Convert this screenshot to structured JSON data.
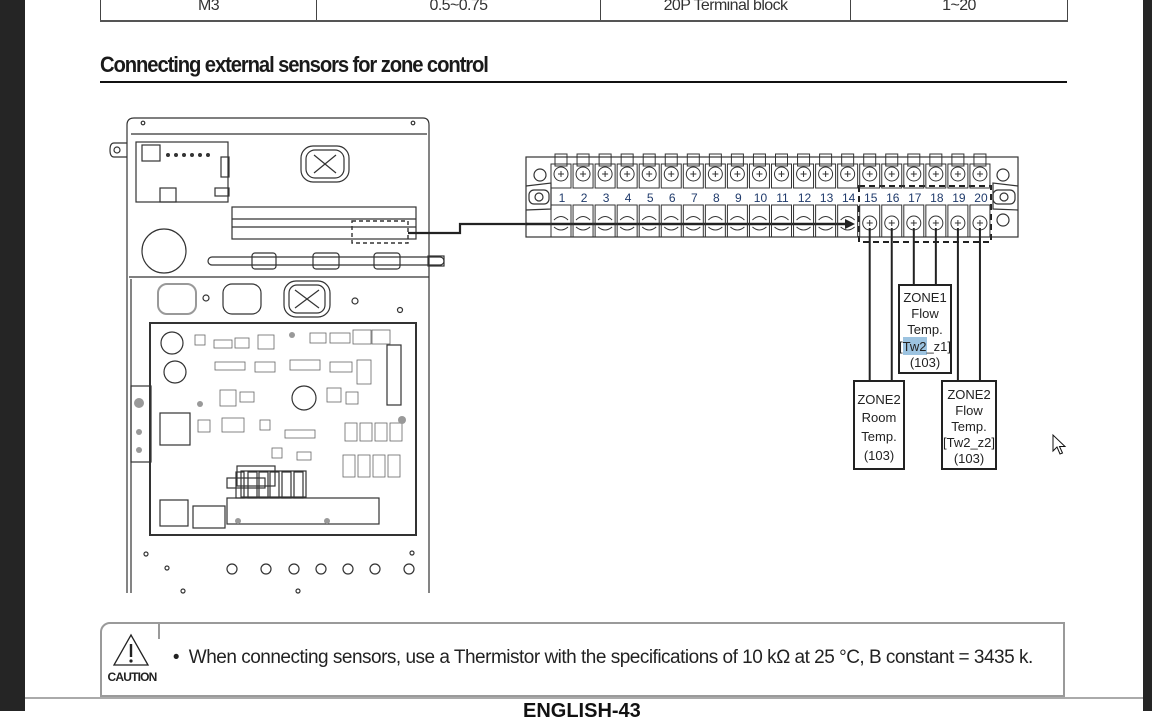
{
  "spec_table": {
    "row": [
      "M3",
      "0.5~0.75",
      "20P Terminal block",
      "1~20"
    ]
  },
  "section": {
    "title": "Connecting external sensors for zone control"
  },
  "terminal_block": {
    "numbers": [
      "1",
      "2",
      "3",
      "4",
      "5",
      "6",
      "7",
      "8",
      "9",
      "10",
      "11",
      "12",
      "13",
      "14",
      "15",
      "16",
      "17",
      "18",
      "19",
      "20"
    ],
    "highlighted_range": "15~20",
    "number_color": "#1f3a6b"
  },
  "sensors": [
    {
      "lines": [
        "ZONE2",
        "Room",
        "Temp.",
        "(103)"
      ],
      "terminals": [
        "15",
        "16"
      ]
    },
    {
      "lines": [
        "ZONE1",
        "Flow",
        "Temp.",
        "[Tw2_z1]",
        "(103)"
      ],
      "terminals": [
        "17",
        "18"
      ],
      "selected_text": "Tw2"
    },
    {
      "lines": [
        "ZONE2",
        "Flow",
        "Temp.",
        "[Tw2_z2]",
        "(103)"
      ],
      "terminals": [
        "19",
        "20"
      ]
    }
  ],
  "caution": {
    "label": "CAUTION",
    "bullet": "•",
    "text": "When connecting sensors, use a Thermistor with the specifications of 10 kΩ at 25 °C, B constant = 3435 k."
  },
  "footer": {
    "text": "ENGLISH-43"
  },
  "colors": {
    "selection_highlight": "#9cc3e0",
    "caution_border": "#9a9a9a"
  }
}
